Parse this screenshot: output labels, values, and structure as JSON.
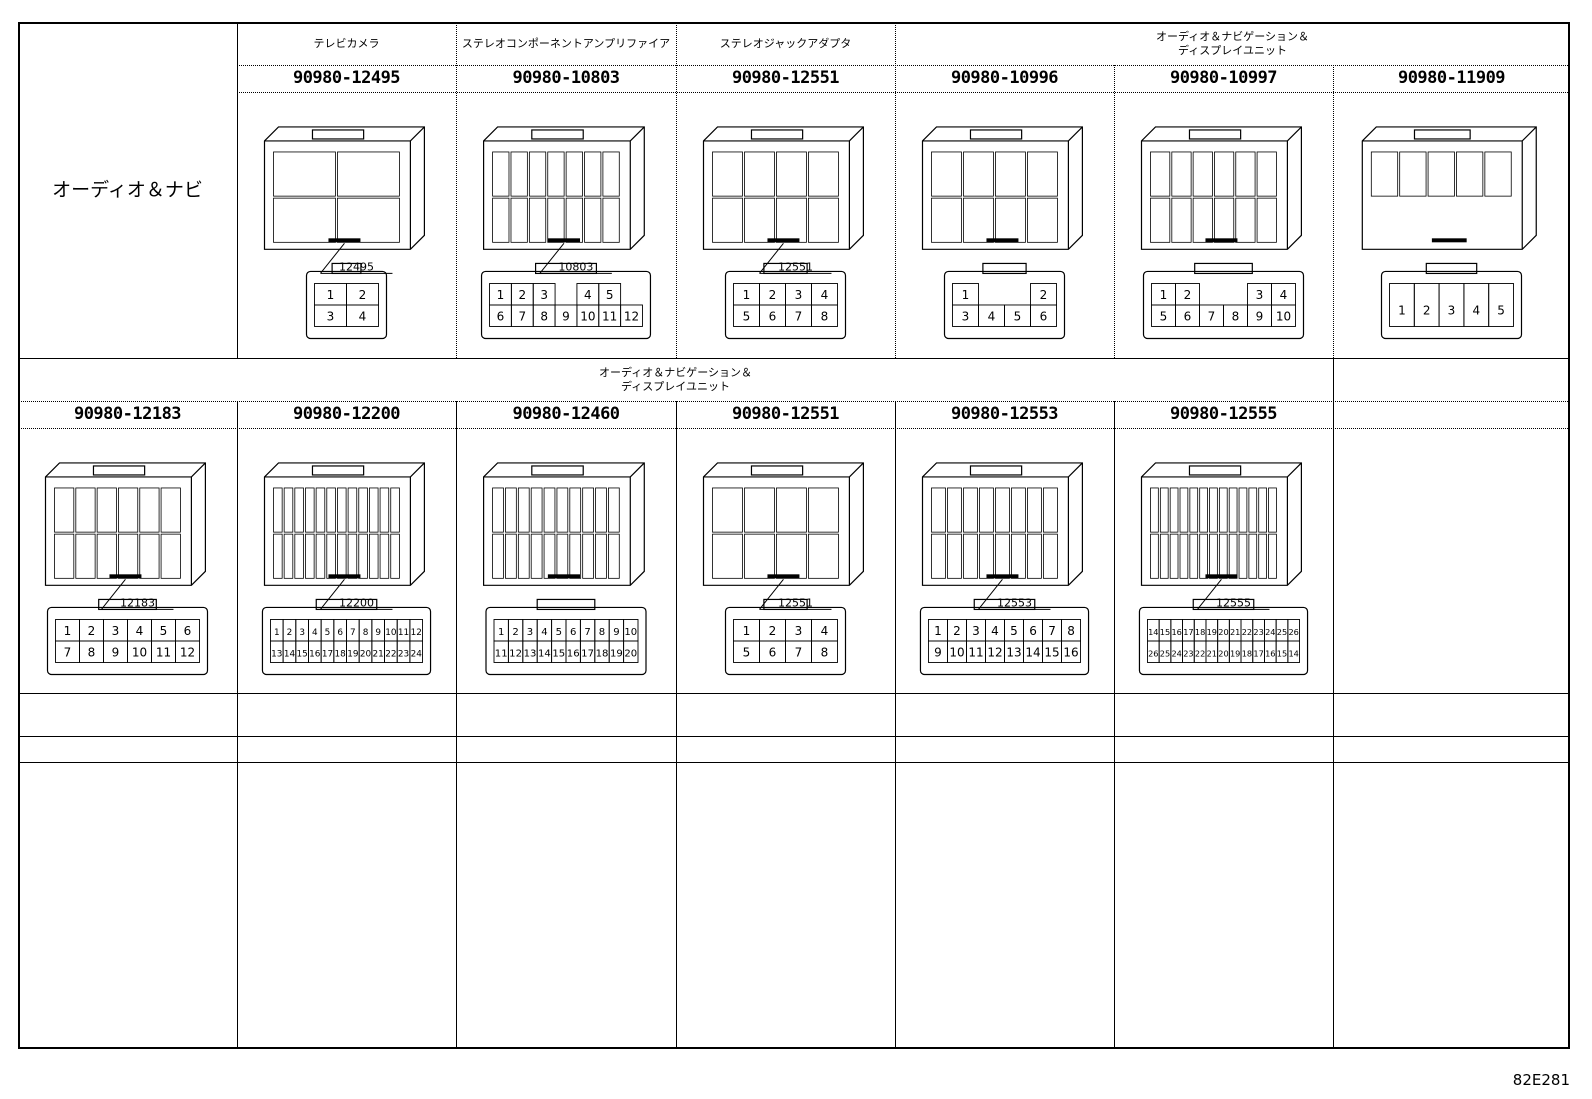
{
  "row_label": "オーディオ＆ナビ",
  "section1": {
    "groups": [
      {
        "label": "テレビカメラ"
      },
      {
        "label": "ステレオコンポーネントアンプリファイア"
      },
      {
        "label": "ステレオジャックアダプタ"
      },
      {
        "label": "オーディオ＆ナビゲーション＆\nディスプレイユニット"
      }
    ],
    "connectors": [
      {
        "part": "90980-12495",
        "callout": "12495",
        "pins": [
          [
            1,
            2
          ],
          [
            3,
            4
          ]
        ]
      },
      {
        "part": "90980-10803",
        "callout": "10803",
        "pins": [
          [
            1,
            2,
            3,
            "",
            4,
            5
          ],
          [
            6,
            7,
            8,
            9,
            10,
            11,
            12
          ]
        ]
      },
      {
        "part": "90980-12551",
        "callout": "12551",
        "pins": [
          [
            1,
            2,
            3,
            4
          ],
          [
            5,
            6,
            7,
            8
          ]
        ]
      },
      {
        "part": "90980-10996",
        "callout": "",
        "pins": [
          [
            1,
            "",
            "",
            2
          ],
          [
            3,
            4,
            5,
            6
          ]
        ]
      },
      {
        "part": "90980-10997",
        "callout": "",
        "pins": [
          [
            1,
            2,
            "",
            "",
            3,
            4
          ],
          [
            5,
            6,
            7,
            8,
            9,
            10
          ]
        ]
      },
      {
        "part": "90980-11909",
        "callout": "",
        "pins": [
          [
            1,
            2,
            3,
            4,
            5
          ]
        ]
      }
    ]
  },
  "section2": {
    "group_label": "オーディオ＆ナビゲーション＆\nディスプレイユニット",
    "connectors": [
      {
        "part": "90980-12183",
        "callout": "12183",
        "pins": [
          [
            1,
            2,
            3,
            4,
            5,
            6
          ],
          [
            7,
            8,
            9,
            10,
            11,
            12
          ]
        ]
      },
      {
        "part": "90980-12200",
        "callout": "12200",
        "pins": [
          [
            1,
            2,
            3,
            4,
            5,
            6,
            7,
            8,
            9,
            10,
            11,
            12
          ],
          [
            13,
            14,
            15,
            16,
            17,
            18,
            19,
            20,
            21,
            22,
            23,
            24
          ]
        ]
      },
      {
        "part": "90980-12460",
        "callout": "",
        "pins": [
          [
            1,
            2,
            3,
            4,
            5,
            6,
            7,
            8,
            9,
            10
          ],
          [
            11,
            12,
            13,
            14,
            15,
            16,
            17,
            18,
            19,
            20
          ]
        ]
      },
      {
        "part": "90980-12551",
        "callout": "12551",
        "pins": [
          [
            1,
            2,
            3,
            4
          ],
          [
            5,
            6,
            7,
            8
          ]
        ]
      },
      {
        "part": "90980-12553",
        "callout": "12553",
        "pins": [
          [
            1,
            2,
            3,
            4,
            5,
            6,
            7,
            8
          ],
          [
            9,
            10,
            11,
            12,
            13,
            14,
            15,
            16
          ]
        ]
      },
      {
        "part": "90980-12555",
        "callout": "12555",
        "pins": [
          [
            14,
            15,
            16,
            17,
            18,
            19,
            20,
            21,
            22,
            23,
            24,
            25,
            26
          ],
          [
            26,
            25,
            24,
            23,
            22,
            21,
            20,
            19,
            18,
            17,
            16,
            15,
            14
          ]
        ]
      }
    ]
  },
  "figure_code": "82E281"
}
